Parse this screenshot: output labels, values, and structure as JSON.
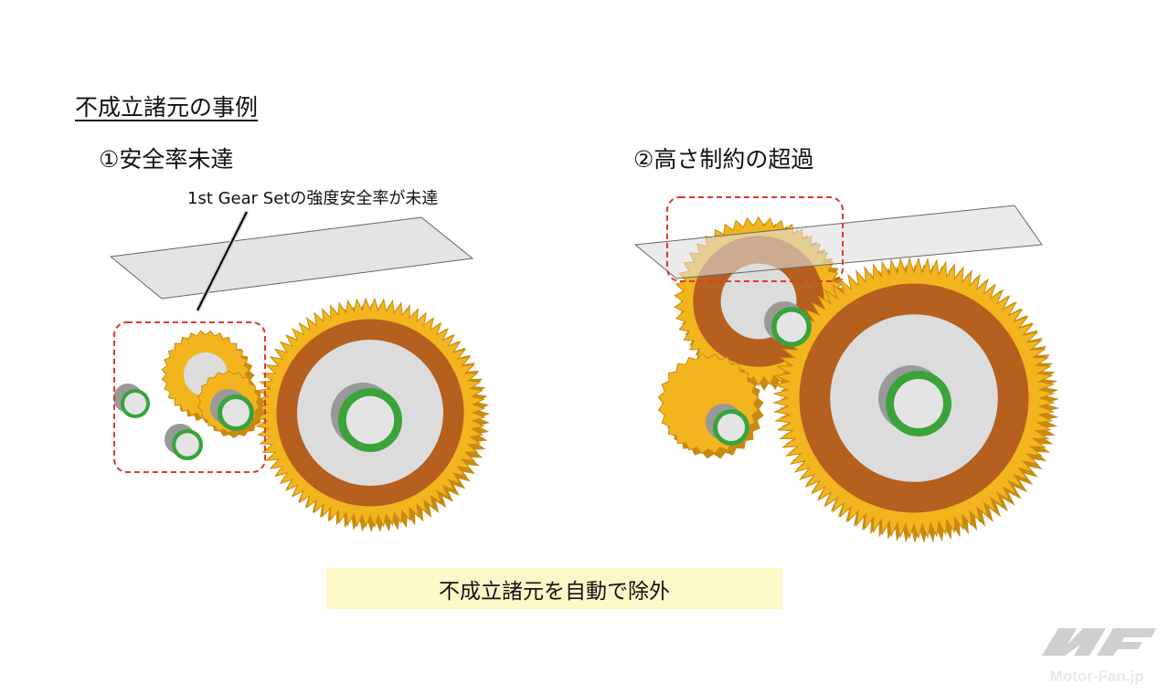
{
  "title": "不成立諸元の事例",
  "case1": {
    "heading": "①安全率未達",
    "callout": "1st Gear Setの強度安全率が未達"
  },
  "case2": {
    "heading": "②高さ制約の超過"
  },
  "banner": "不成立諸元を自動で除外",
  "watermark": "Motor-Fan.jp",
  "colors": {
    "gear": "#f2b51e",
    "gear_dark": "#c98a10",
    "ring": "#b5601f",
    "hub": "#dcdcdc",
    "shaft": "#3aa33a",
    "dash": "#e0392b",
    "banner": "#fdf8c8"
  }
}
